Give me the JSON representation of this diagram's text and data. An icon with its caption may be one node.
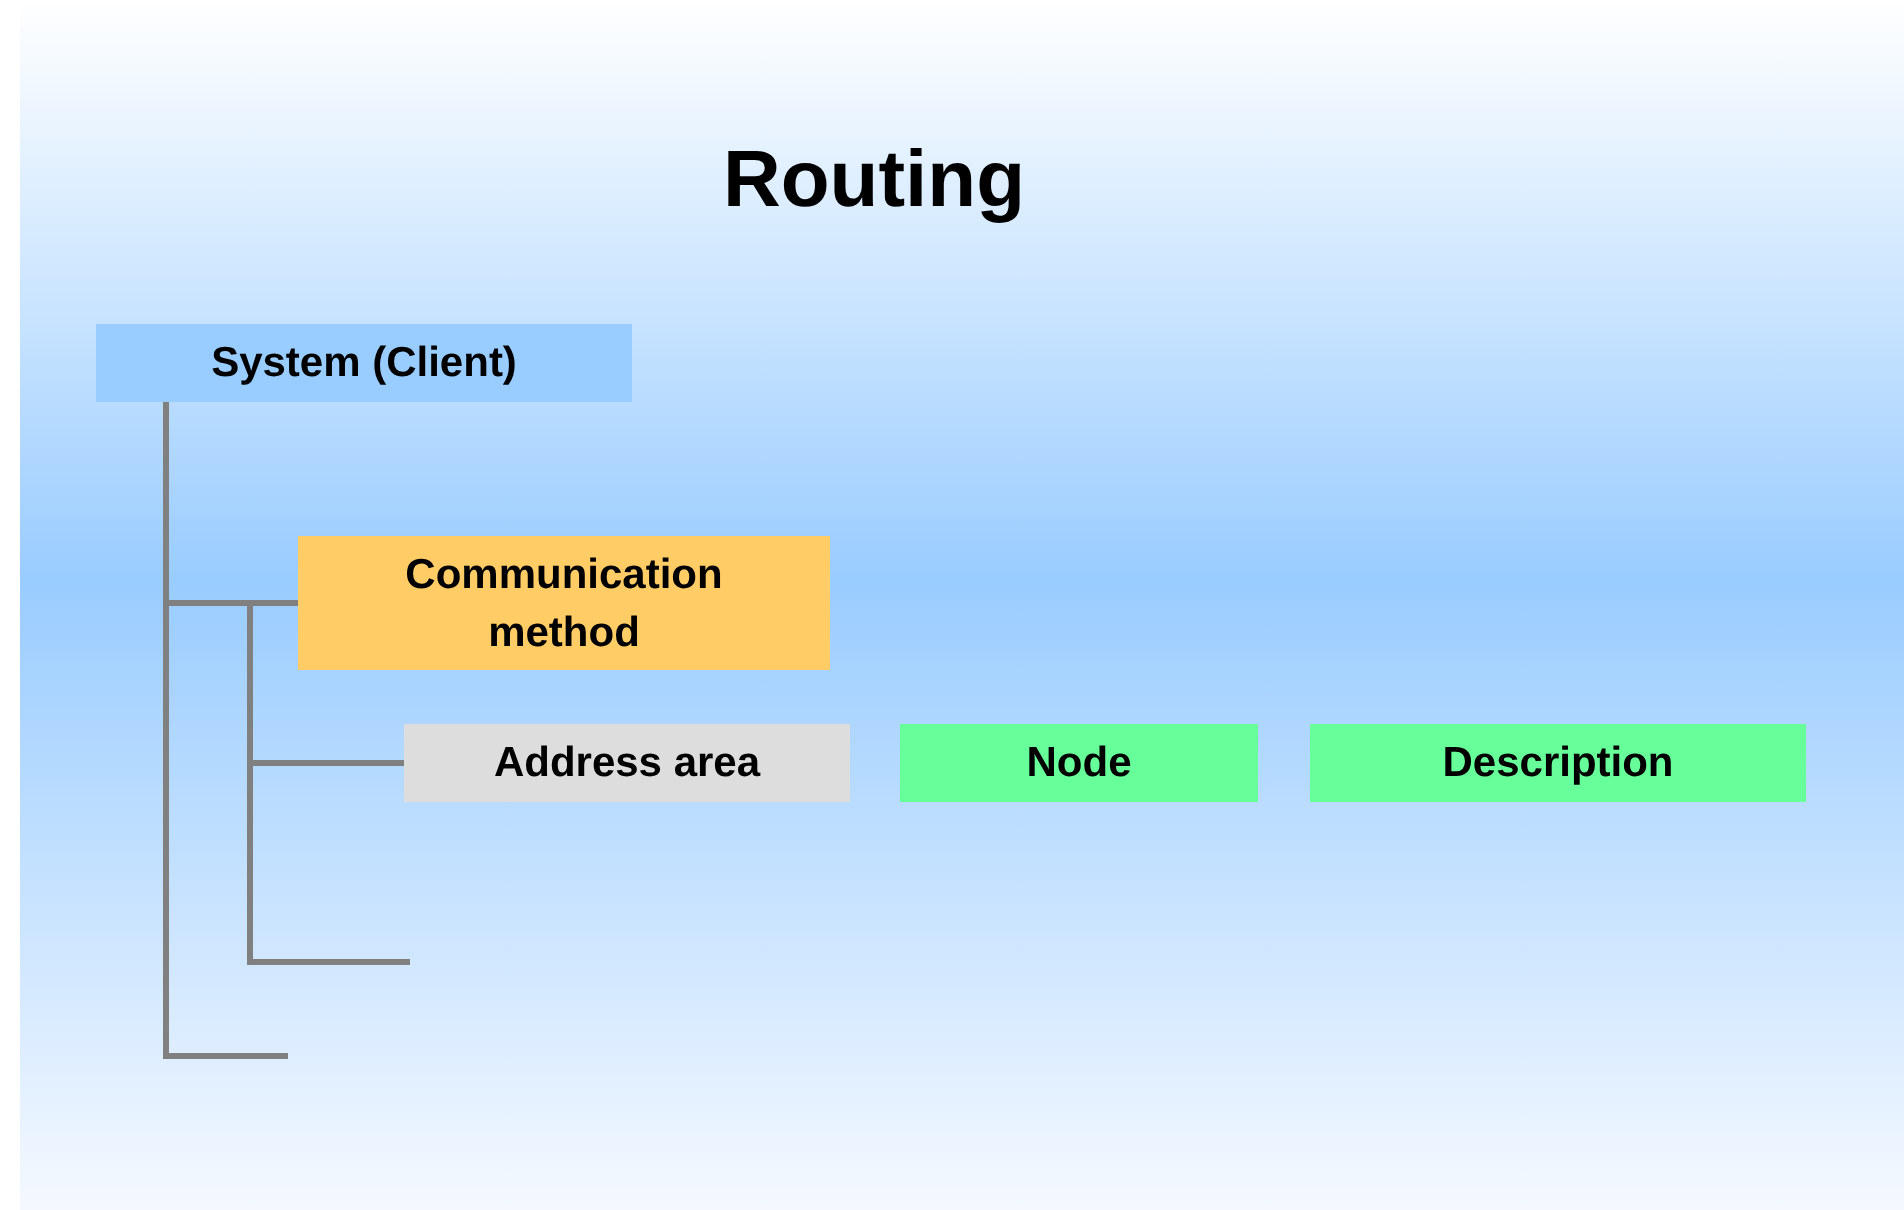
{
  "diagram": {
    "title": "Routing",
    "nodes": [
      {
        "text": [
          "System (Client)"
        ]
      },
      {
        "text": [
          "Communication method"
        ]
      },
      {
        "text": [
          "Address area"
        ]
      },
      {
        "text": [
          "Node"
        ]
      },
      {
        "text": [
          "Description"
        ]
      }
    ],
    "edges": [
      {
        "from": 0,
        "to": 1,
        "arrow": "none"
      },
      {
        "from": 0,
        "to": null,
        "arrow": "none"
      },
      {
        "from": 1,
        "to": 2,
        "arrow": "none"
      },
      {
        "from": 1,
        "to": null,
        "arrow": "none"
      }
    ]
  }
}
